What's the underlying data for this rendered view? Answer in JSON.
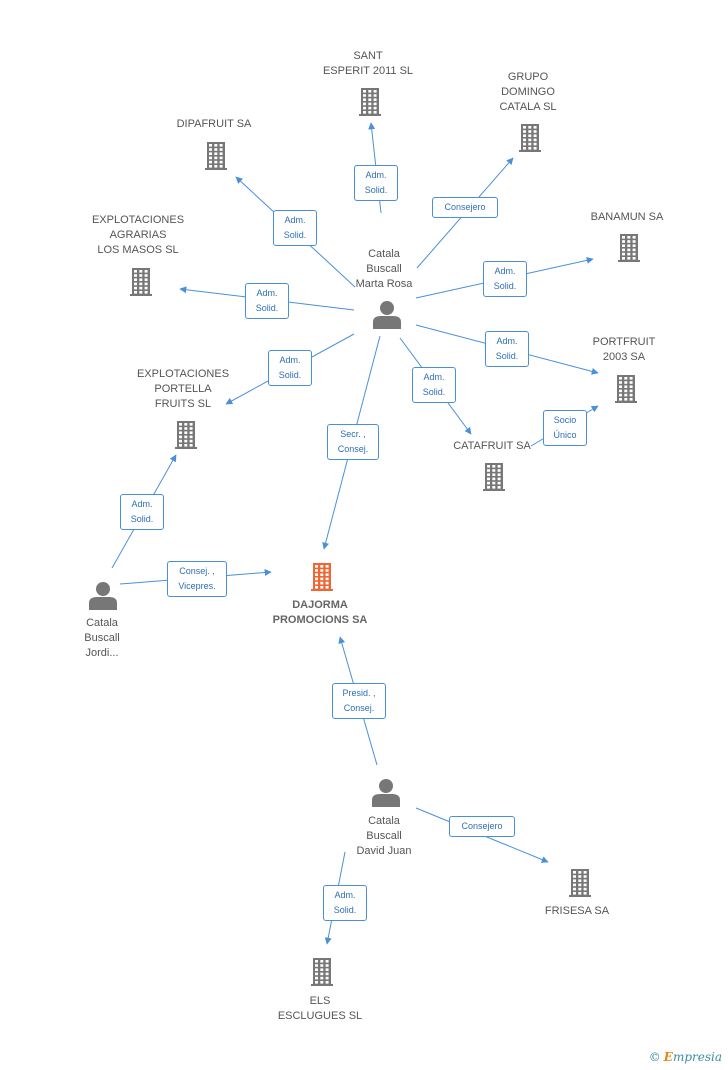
{
  "colors": {
    "edge": "#4a90d9",
    "company": "#777777",
    "main_company": "#ee6633",
    "person": "#777777"
  },
  "nodes": [
    {
      "id": "dajorma",
      "type": "company",
      "main": true,
      "label": "DAJORMA\nPROMOCIONS SA"
    },
    {
      "id": "marta",
      "type": "person",
      "label": "Catala\nBuscall\nMarta Rosa"
    },
    {
      "id": "jordi",
      "type": "person",
      "label": "Catala\nBuscall\nJordi..."
    },
    {
      "id": "david",
      "type": "person",
      "label": "Catala\nBuscall\nDavid Juan"
    },
    {
      "id": "sant",
      "type": "company",
      "label": "SANT\nESPERIT 2011 SL"
    },
    {
      "id": "grupo",
      "type": "company",
      "label": "GRUPO\nDOMINGO\nCATALA SL"
    },
    {
      "id": "dipafruit",
      "type": "company",
      "label": "DIPAFRUIT SA"
    },
    {
      "id": "explo_agr",
      "type": "company",
      "label": "EXPLOTACIONES\nAGRARIAS\nLOS MASOS SL"
    },
    {
      "id": "banamun",
      "type": "company",
      "label": "BANAMUN SA"
    },
    {
      "id": "portfruit",
      "type": "company",
      "label": "PORTFRUIT\n2003 SA"
    },
    {
      "id": "explo_port",
      "type": "company",
      "label": "EXPLOTACIONES\nPORTELLA\nFRUITS SL"
    },
    {
      "id": "catafruit",
      "type": "company",
      "label": "CATAFRUIT SA"
    },
    {
      "id": "frisesa",
      "type": "company",
      "label": "FRISESA SA"
    },
    {
      "id": "els",
      "type": "company",
      "label": "ELS\nESCLUGUES SL"
    }
  ],
  "edges": [
    {
      "from": "marta",
      "to": "sant",
      "label": "Adm.\nSolid."
    },
    {
      "from": "marta",
      "to": "grupo",
      "label": "Consejero"
    },
    {
      "from": "marta",
      "to": "dipafruit",
      "label": "Adm.\nSolid."
    },
    {
      "from": "marta",
      "to": "banamun",
      "label": "Adm.\nSolid."
    },
    {
      "from": "marta",
      "to": "explo_agr",
      "label": "Adm.\nSolid."
    },
    {
      "from": "marta",
      "to": "portfruit",
      "label": "Adm.\nSolid."
    },
    {
      "from": "marta",
      "to": "explo_port",
      "label": "Adm.\nSolid."
    },
    {
      "from": "marta",
      "to": "catafruit",
      "label": "Adm.\nSolid."
    },
    {
      "from": "marta",
      "to": "dajorma",
      "label": "Secr. ,\nConsej."
    },
    {
      "from": "catafruit",
      "to": "portfruit",
      "label": "Socio\nÚnico"
    },
    {
      "from": "jordi",
      "to": "explo_port",
      "label": "Adm.\nSolid."
    },
    {
      "from": "jordi",
      "to": "dajorma",
      "label": "Consej. ,\nVicepres."
    },
    {
      "from": "david",
      "to": "dajorma",
      "label": "Presid. ,\nConsej."
    },
    {
      "from": "david",
      "to": "frisesa",
      "label": "Consejero"
    },
    {
      "from": "david",
      "to": "els",
      "label": "Adm.\nSolid."
    }
  ],
  "brand": {
    "copyright": "©",
    "initial": "E",
    "rest": "mpresia"
  }
}
